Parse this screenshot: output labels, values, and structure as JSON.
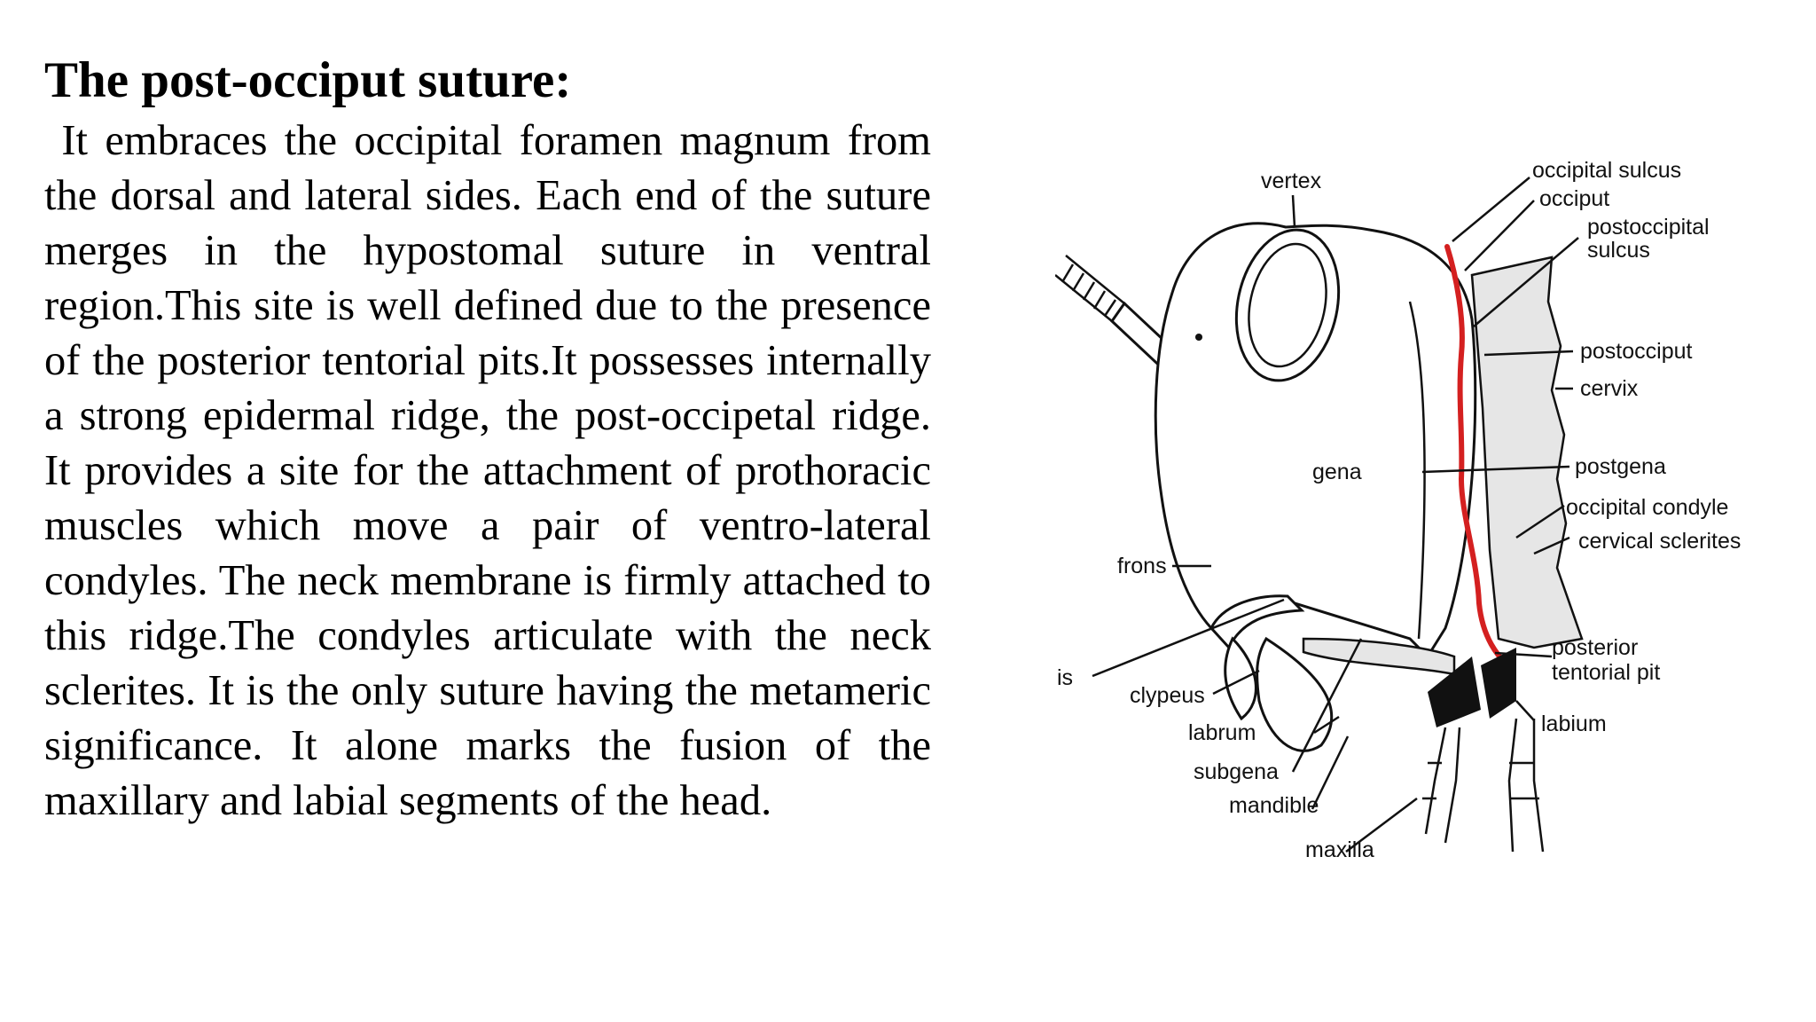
{
  "slide": {
    "title": "The post-occiput suture:",
    "body": " It embraces the occipital foramen magnum from the dorsal and lateral sides. Each end of the suture merges in the hypostomal suture in ventral region.This site is well defined due to the presence of the posterior tentorial pits.It possesses internally a strong epidermal ridge, the post-occipetal ridge.  It provides a site for the attachment of prothoracic muscles which move a pair of ventro-lateral condyles. The neck membrane is firmly attached to this ridge.The condyles articulate with the neck sclerites. It is the only suture having the metameric significance. It alone marks the fusion of the maxillary and labial segments of the head."
  },
  "diagram": {
    "highlight_color": "#d42020",
    "labels": {
      "vertex": "vertex",
      "occipital_sulcus": "occipital sulcus",
      "occiput": "occiput",
      "postoccipital_sulcus_1": "postoccipital",
      "postoccipital_sulcus_2": "sulcus",
      "postocciput": "postocciput",
      "cervix": "cervix",
      "gena": "gena",
      "postgena": "postgena",
      "occipital_condyle": "occipital condyle",
      "cervical_sclerites": "cervical sclerites",
      "frons": "frons",
      "is": "is",
      "clypeus": "clypeus",
      "posterior_tentorial_pit_1": "posterior",
      "posterior_tentorial_pit_2": "tentorial pit",
      "labrum": "labrum",
      "labium": "labium",
      "subgena": "subgena",
      "mandible": "mandible",
      "maxilla": "maxilla"
    }
  }
}
